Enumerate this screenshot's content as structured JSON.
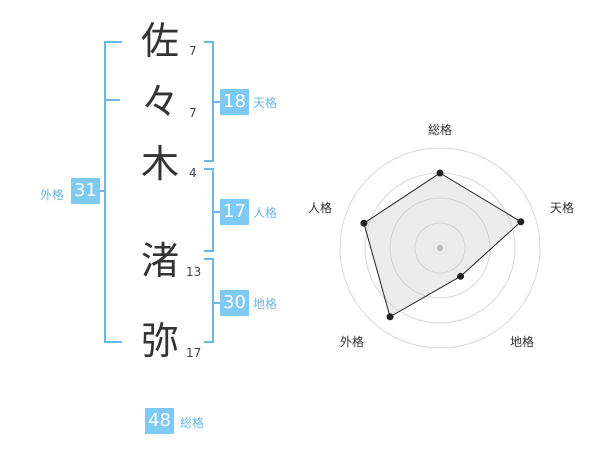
{
  "name": {
    "characters": [
      {
        "char": "佐",
        "strokes": "7"
      },
      {
        "char": "々",
        "strokes": "7"
      },
      {
        "char": "木",
        "strokes": "4"
      },
      {
        "char": "渚",
        "strokes": "13"
      },
      {
        "char": "弥",
        "strokes": "17"
      }
    ]
  },
  "fortune": {
    "tenkaku": {
      "value": "18",
      "label": "天格"
    },
    "jinkaku": {
      "value": "17",
      "label": "人格"
    },
    "chikaku": {
      "value": "30",
      "label": "地格"
    },
    "gaikaku": {
      "value": "31",
      "label": "外格"
    },
    "soukaku": {
      "value": "48",
      "label": "総格"
    }
  },
  "colors": {
    "accent": "#7fc9f5",
    "bracket": "#6ab7e8",
    "text": "#333333"
  },
  "chart_data": {
    "type": "radar",
    "axes": [
      "総格",
      "天格",
      "地格",
      "外格",
      "人格"
    ],
    "values": [
      0.75,
      0.85,
      0.35,
      0.85,
      0.8
    ],
    "rings": 4,
    "max": 1
  }
}
